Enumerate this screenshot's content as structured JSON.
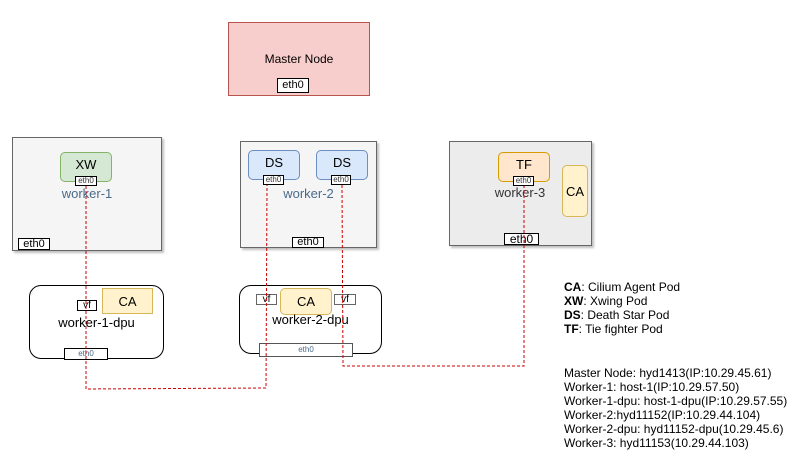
{
  "master": {
    "label": "Master Node",
    "eth": "eth0"
  },
  "worker1": {
    "label": "worker-1",
    "pod": "XW",
    "pod_eth": "eth0",
    "eth": "eth0"
  },
  "worker2": {
    "label": "worker-2",
    "pods": [
      "DS",
      "DS"
    ],
    "pod_eth": "eth0",
    "eth": "eth0"
  },
  "worker3": {
    "label": "worker-3",
    "pod": "TF",
    "pod_eth": "eth0",
    "agent": "CA",
    "eth": "eth0"
  },
  "dpu1": {
    "label": "worker-1-dpu",
    "vf": "vf",
    "agent": "CA",
    "eth": "eth0"
  },
  "dpu2": {
    "label": "worker-2-dpu",
    "vf_left": "vf",
    "vf_right": "vf",
    "agent": "CA",
    "eth": "eth0"
  },
  "legend": [
    {
      "abbr": "CA",
      "desc": ": Cilium Agent Pod"
    },
    {
      "abbr": "XW",
      "desc": ": Xwing Pod"
    },
    {
      "abbr": "DS",
      "desc": ": Death Star Pod"
    },
    {
      "abbr": "TF",
      "desc": ": Tie fighter Pod"
    }
  ],
  "hosts": [
    "Master Node: hyd1413(IP:10.29.45.61)",
    "Worker-1: host-1(IP:10.29.57.50)",
    "Worker-1-dpu: host-1-dpu(IP:10.29.57.55)",
    "Worker-2:hyd11152(IP:10.29.44.104)",
    "Worker-2-dpu: hyd11152-dpu(10.29.45.6)",
    "Worker-3: hyd11153(10.29.44.103)"
  ],
  "colors": {
    "master_fill": "#f8cecc",
    "master_border": "#b85450",
    "xw_fill": "#d5e8d4",
    "ds_fill": "#dae8fc",
    "tf_fill": "#ffe6cc",
    "ca_fill": "#fff2cc",
    "link": "#cc0000"
  }
}
